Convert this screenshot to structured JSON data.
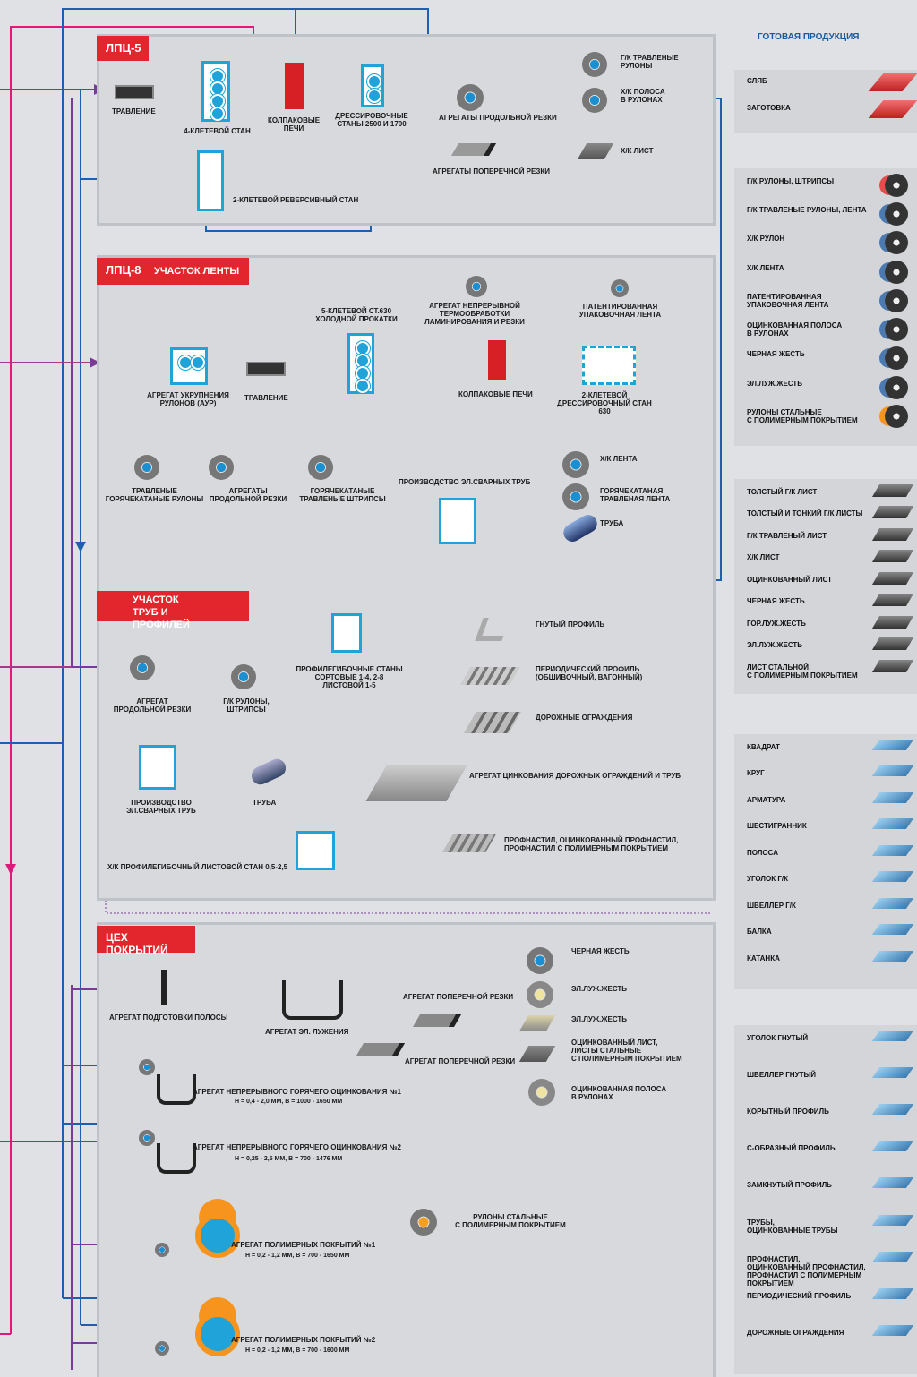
{
  "right_panel": {
    "header": "ГОТОВАЯ ПРОДУКЦИЯ",
    "group1": [
      "СЛЯБ",
      "ЗАГОТОВКА"
    ],
    "group2": [
      "Г/К РУЛОНЫ, ШТРИПСЫ",
      "Г/К ТРАВЛЕНЫЕ РУЛОНЫ, ЛЕНТА",
      "Х/К РУЛОН",
      "Х/К ЛЕНТА",
      "ПАТЕНТИРОВАННАЯ\nУПАКОВОЧНАЯ ЛЕНТА",
      "ОЦИНКОВАННАЯ ПОЛОСА\nВ РУЛОНАХ",
      "ЧЕРНАЯ ЖЕСТЬ",
      "ЭЛ.ЛУЖ.ЖЕСТЬ",
      "РУЛОНЫ СТАЛЬНЫЕ\nС ПОЛИМЕРНЫМ ПОКРЫТИЕМ"
    ],
    "group3": [
      "ТОЛСТЫЙ Г/К ЛИСТ",
      "ТОЛСТЫЙ И ТОНКИЙ Г/К ЛИСТЫ",
      "Г/К ТРАВЛЕНЫЙ ЛИСТ",
      "Х/К ЛИСТ",
      "ОЦИНКОВАННЫЙ ЛИСТ",
      "ЧЕРНАЯ ЖЕСТЬ",
      "ГОР.ЛУЖ.ЖЕСТЬ",
      "ЭЛ.ЛУЖ.ЖЕСТЬ",
      "ЛИСТ СТАЛЬНОЙ\nС ПОЛИМЕРНЫМ ПОКРЫТИЕМ"
    ],
    "group4": [
      "КВАДРАТ",
      "КРУГ",
      "АРМАТУРА",
      "ШЕСТИГРАННИК",
      "ПОЛОСА",
      "УГОЛОК Г/К",
      "ШВЕЛЛЕР Г/К",
      "БАЛКА",
      "КАТАНКА"
    ],
    "group5": [
      "УГОЛОК ГНУТЫЙ",
      "ШВЕЛЛЕР ГНУТЫЙ",
      "КОРЫТНЫЙ ПРОФИЛЬ",
      "С-ОБРАЗНЫЙ ПРОФИЛЬ",
      "ЗАМКНУТЫЙ ПРОФИЛЬ",
      "ТРУБЫ,\nОЦИНКОВАННЫЕ ТРУБЫ",
      "ПРОФНАСТИЛ,\nОЦИНКОВАННЫЙ ПРОФНАСТИЛ,\nПРОФНАСТИЛ С ПОЛИМЕРНЫМ\nПОКРЫТИЕМ",
      "ПЕРИОДИЧЕСКИЙ ПРОФИЛЬ",
      "ДОРОЖНЫЕ ОГРАЖДЕНИЯ"
    ]
  },
  "lpc5": {
    "tag": "ЛПЦ-5",
    "pickling": "ТРАВЛЕНИЕ",
    "mill4": "4-КЛЕТЕВОЙ СТАН",
    "furnace": "КОЛПАКОВЫЕ\nПЕЧИ",
    "temper": "ДРЕССИРОВОЧНЫЕ\nСТАНЫ 2500 И 1700",
    "slitting": "АГРЕГАТЫ ПРОДОЛЬНОЙ РЕЗКИ",
    "cross": "АГРЕГАТЫ ПОПЕРЕЧНОЙ РЕЗКИ",
    "reversing": "2-КЛЕТЕВОЙ РЕВЕРСИВНЫЙ СТАН",
    "p1": "Г/К ТРАВЛЕНЫЕ\nРУЛОНЫ",
    "p2": "Х/К ПОЛОСА\nВ РУЛОНАХ",
    "p3": "Х/К ЛИСТ"
  },
  "lpc8": {
    "tag": "ЛПЦ-8",
    "tag2": "УЧАСТОК ЛЕНТЫ",
    "mill5": "5-КЛЕТЕВОЙ ст.630\nХОЛОДНОЙ ПРОКАТКИ",
    "thermo": "АГРЕГАТ НЕПРЕРЫВНОЙ\nТЕРМООБРАБОТКИ\nЛАМИНИРОВАНИЯ И РЕЗКИ",
    "patent": "ПАТЕНТИРОВАННАЯ\nУПАКОВОЧНАЯ ЛЕНТА",
    "aur": "АГРЕГАТ УКРУПНЕНИЯ\nРУЛОНОВ (АУР)",
    "pickling": "ТРАВЛЕНИЕ",
    "furnace": "КОЛПАКОВЫЕ ПЕЧИ",
    "temper2": "2-КЛЕТЕВОЙ\nДРЕССИРОВОЧНЫЙ СТАН 630",
    "hrp": "ТРАВЛЕНЫЕ\nГОРЯЧЕКАТАНЫЕ РУЛОНЫ",
    "slit": "АГРЕГАТЫ\nПРОДОЛЬНОЙ РЕЗКИ",
    "strips": "ГОРЯЧЕКАТАНЫЕ\nТРАВЛЕНЫЕ ШТРИПСЫ",
    "pipes": "ПРОИЗВОДСТВО ЭЛ.СВАРНЫХ ТРУБ",
    "out1": "Х/К ЛЕНТА",
    "out2": "ГОРЯЧЕКАТАНАЯ\nТРАВЛЕНАЯ ЛЕНТА",
    "out3": "ТРУБА"
  },
  "tubes": {
    "tag": "УЧАСТОК\nТРУБ И ПРОФИЛЕЙ",
    "slit": "АГРЕГАТ\nПРОДОЛЬНОЙ РЕЗКИ",
    "gk": "Г/К РУЛОНЫ,\nШТРИПСЫ",
    "profile": "ПРОФИЛЕГИБОЧНЫЕ СТАНЫ\nСОРТОВЫЕ 1-4, 2-8\nЛИСТОВОЙ 1-5",
    "bent": "ГНУТЫЙ ПРОФИЛЬ",
    "periodic": "ПЕРИОДИЧЕСКИЙ ПРОФИЛЬ\n(ОБШИВОЧНЫЙ, ВАГОННЫЙ)",
    "road": "ДОРОЖНЫЕ ОГРАЖДЕНИЯ",
    "pipes": "ПРОИЗВОДСТВО\nЭЛ.СВАРНЫХ ТРУБ",
    "pipe": "ТРУБА",
    "zinc": "АГРЕГАТ ЦИНКОВАНИЯ ДОРОЖНЫХ ОГРАЖДЕНИЙ И ТРУБ",
    "ck": "Х/К ПРОФИЛЕГИБОЧНЫЙ ЛИСТОВОЙ СТАН 0,5-2,5",
    "profnastil": "ПРОФНАСТИЛ, ОЦИНКОВАННЫЙ ПРОФНАСТИЛ,\nПРОФНАСТИЛ С ПОЛИМЕРНЫМ ПОКРЫТИЕМ"
  },
  "coat": {
    "tag": "ЦЕХ ПОКРЫТИЙ",
    "prep": "АГРЕГАТ ПОДГОТОВКИ ПОЛОСЫ",
    "tin": "АГРЕГАТ ЭЛ. ЛУЖЕНИЯ",
    "cross1": "АГРЕГАТ ПОПЕРЕЧНОЙ РЕЗКИ",
    "cross2": "АГРЕГАТ ПОПЕРЕЧНОЙ РЕЗКИ",
    "o1": "ЧЕРНАЯ ЖЕСТЬ",
    "o2": "ЭЛ.ЛУЖ.ЖЕСТЬ",
    "o3": "ЭЛ.ЛУЖ.ЖЕСТЬ",
    "o4": "ОЦИНКОВАННЫЙ ЛИСТ,\nЛИСТЫ СТАЛЬНЫЕ\nС ПОЛИМЕРНЫМ ПОКРЫТИЕМ",
    "o5": "ОЦИНКОВАННАЯ ПОЛОСА\nВ РУЛОНАХ",
    "o6": "РУЛОНЫ СТАЛЬНЫЕ\nС ПОЛИМЕРНЫМ ПОКРЫТИЕМ",
    "g1": "АГРЕГАТ НЕПРЕРЫВНОГО ГОРЯЧЕГО ОЦИНКОВАНИЯ №1",
    "g1s": "h = 0,4 - 2,0 мм, b = 1000 - 1650 мм",
    "g2": "АГРЕГАТ НЕПРЕРЫВНОГО ГОРЯЧЕГО ОЦИНКОВАНИЯ №2",
    "g2s": "h = 0,25 - 2,5 мм, b = 700 - 1476 мм",
    "p1": "АГРЕГАТ ПОЛИМЕРНЫХ ПОКРЫТИЙ №1",
    "p1s": "h = 0,2 - 1,2 мм, b = 700 - 1650 мм",
    "p2": "АГРЕГАТ ПОЛИМЕРНЫХ ПОКРЫТИЙ №2",
    "p2s": "h = 0,2 - 1,2 мм, b = 700 - 1600 мм"
  },
  "colors": {
    "red": "#e3262d",
    "blue": "#1f5fb0",
    "magenta": "#e0197d",
    "purple": "#7a3a9a",
    "cyan": "#1fa3d8",
    "green": "#2aa14a"
  }
}
